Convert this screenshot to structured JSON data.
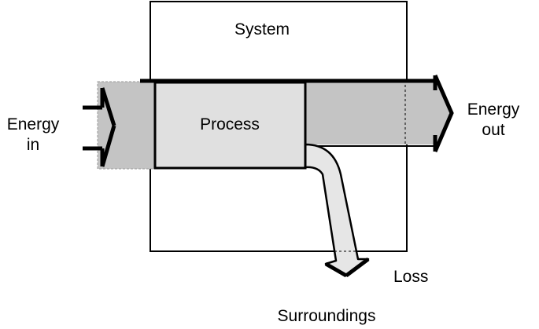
{
  "labels": {
    "system": "System",
    "process": "Process",
    "energy_in": [
      "Energy",
      "in"
    ],
    "energy_out": [
      "Energy",
      "out"
    ],
    "loss": "Loss",
    "surroundings": "Surroundings"
  },
  "colors": {
    "flow_dark": "#c4c4c4",
    "flow_light": "#e0e0e0",
    "loss_fill": "#e6e6e6",
    "stroke": "#000000",
    "background": "#ffffff"
  }
}
